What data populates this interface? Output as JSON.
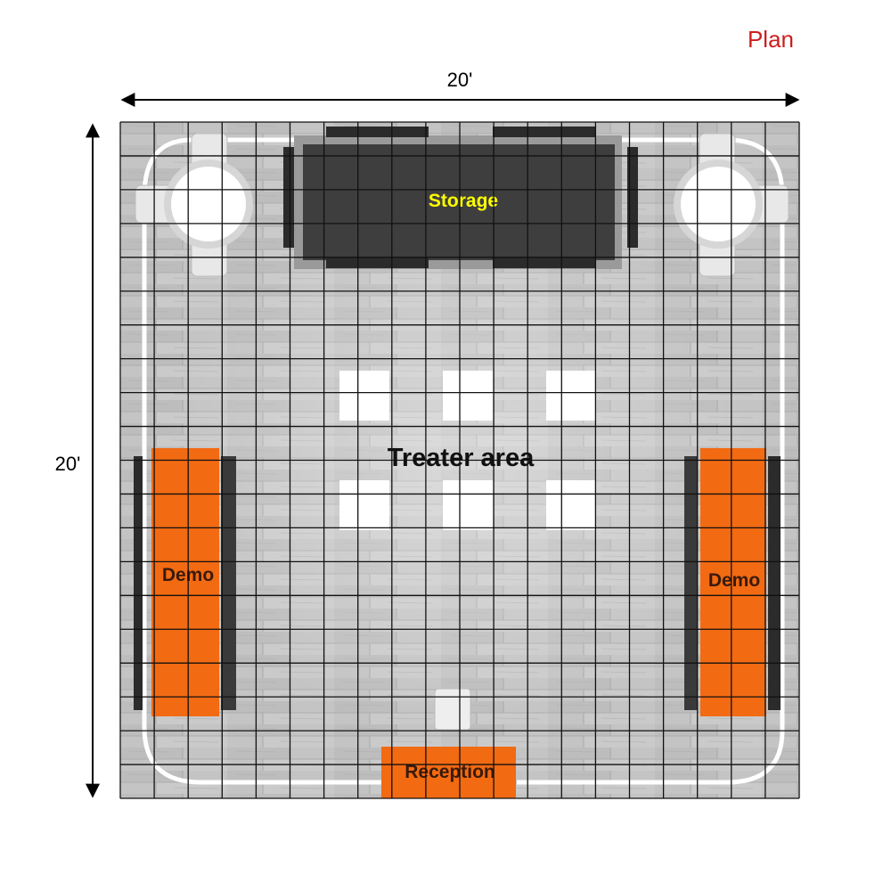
{
  "title": "Plan",
  "dimensions": {
    "width": "20'",
    "depth": "20'"
  },
  "labels": {
    "storage": "Storage",
    "theater": "Treater area",
    "demo_left": "Demo",
    "demo_right": "Demo",
    "reception": "Reception"
  },
  "colors": {
    "title": "#cc1f1f",
    "storage_text": "#ffff00",
    "orange": "#f26a12",
    "dark_panel": "#3a3a3a",
    "floor": "#c2c2c2",
    "grid": "#111111"
  }
}
